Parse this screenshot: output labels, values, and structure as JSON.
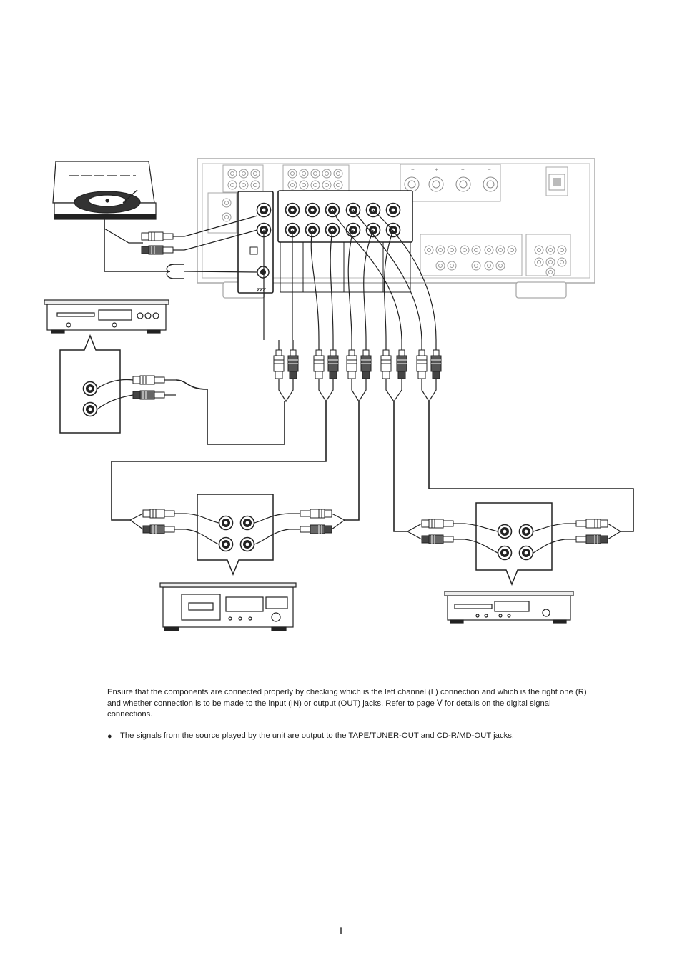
{
  "text": {
    "paragraph": "Ensure that the components are connected properly by checking which is the left channel (L) connection and which is the right one (R) and whether connection is to be made to the input (IN) or output (OUT) jacks.  Refer to page Ⅴ for details on the digital signal connections.",
    "bullet_symbol": "●",
    "bullet_text": "The signals from the source played by the unit are output to the TAPE/TUNER-OUT and CD-R/MD-OUT jacks.",
    "page_number": "I"
  },
  "diagram": {
    "panel_marks": [
      "−",
      "+",
      "+",
      "−"
    ],
    "components": [
      "turntable",
      "cd-player",
      "cassette-deck",
      "cd-recorder",
      "amplifier"
    ]
  }
}
